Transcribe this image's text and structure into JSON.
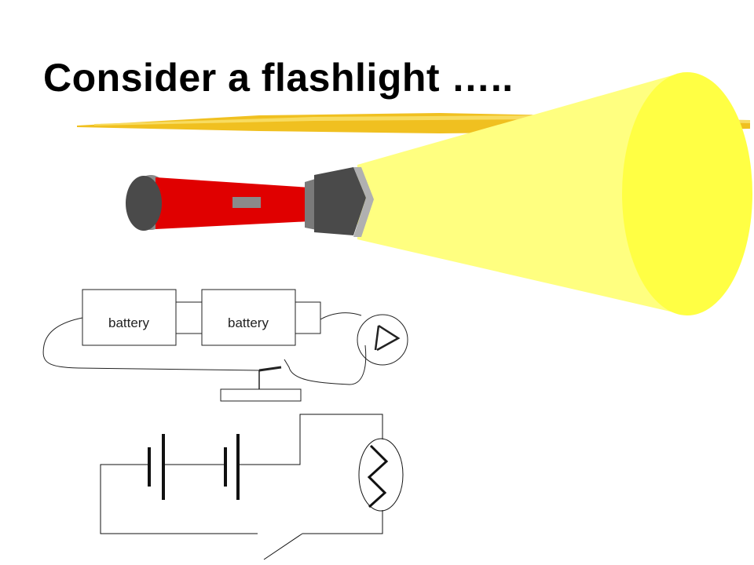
{
  "slide": {
    "title": "Consider a flashlight ….."
  },
  "diagram": {
    "battery_labels": [
      "battery",
      "battery"
    ]
  },
  "colors": {
    "flashlight_body": "#e00000",
    "beam": "#ffff80",
    "beam_end": "#ffff44",
    "underline": "#f0c020",
    "cap": "#4a4a4a"
  }
}
